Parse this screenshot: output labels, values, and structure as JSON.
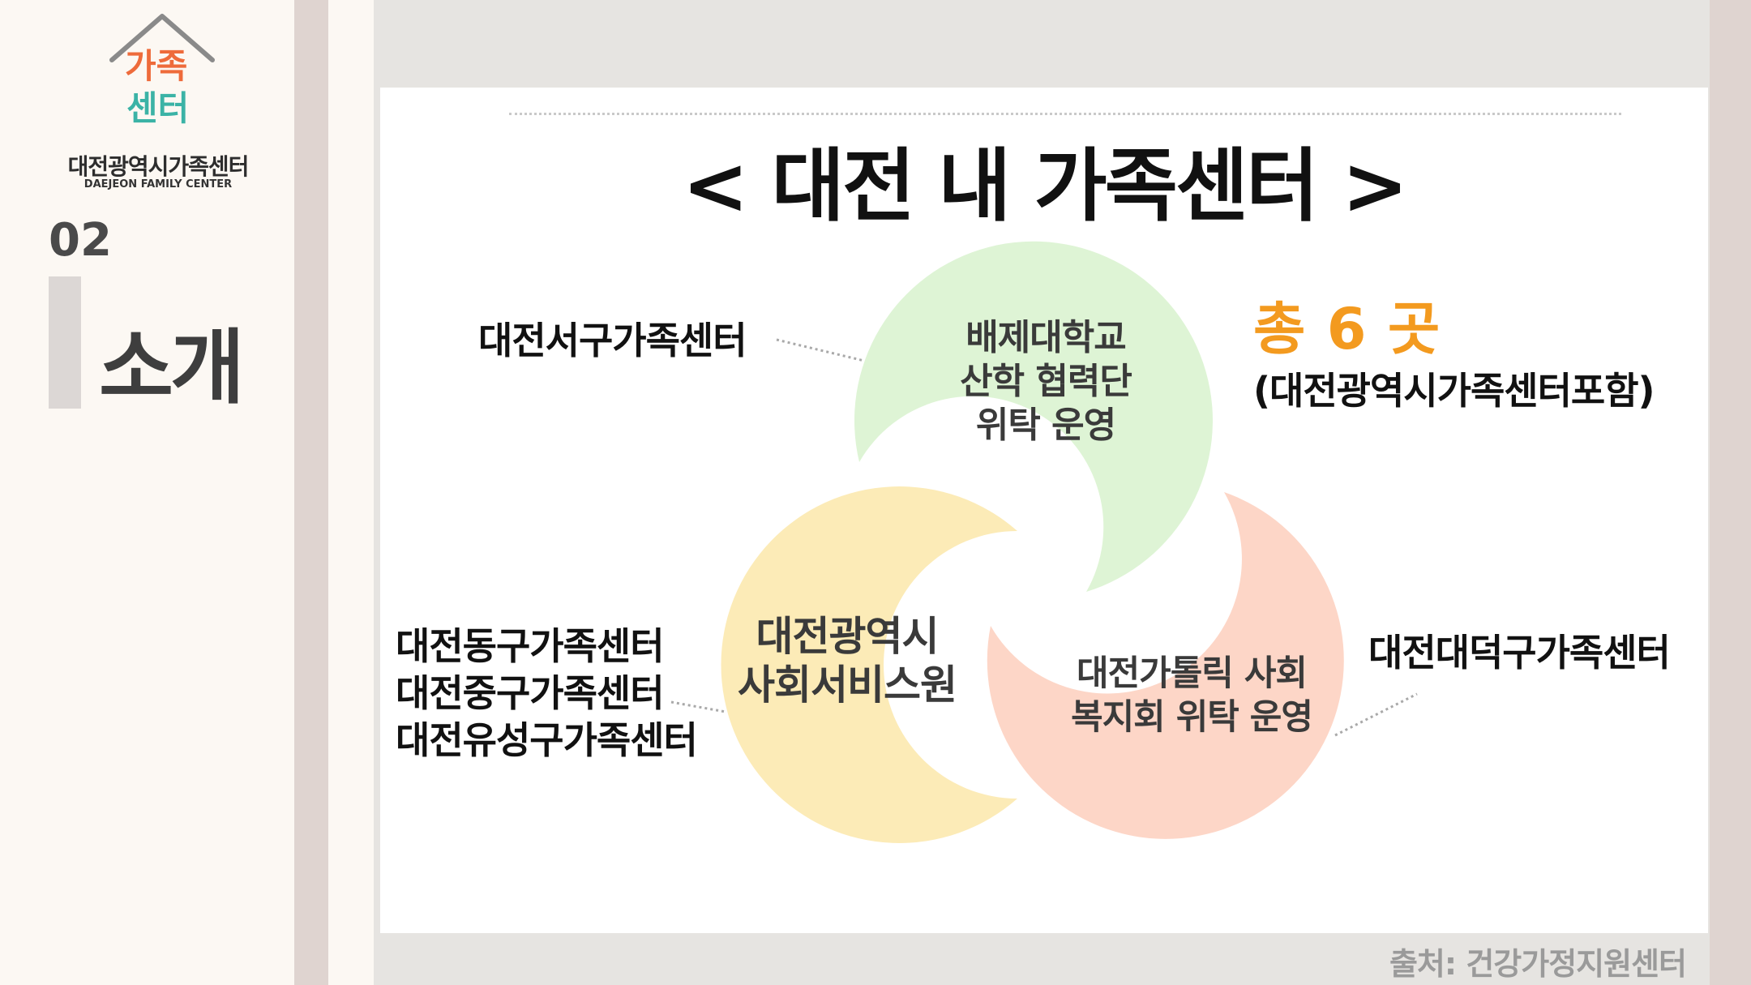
{
  "sidebar": {
    "logo_text_1": "가족",
    "logo_text_2": "센터",
    "org_name": "대전광역시가족센터",
    "org_name_en": "DAEJEON FAMILY CENTER",
    "section_number": "02",
    "section_title": "소개"
  },
  "slide": {
    "title": "< 대전 내 가족센터 >",
    "total_label": "총 6 곳",
    "total_note": "(대전광역시가족센터포함)",
    "labels": {
      "west": "대전서구가족센터",
      "east_lines": [
        "대전동구가족센터",
        "대전중구가족센터",
        "대전유성구가족센터"
      ],
      "daedeok": "대전대덕구가족센터"
    },
    "circles": {
      "green": [
        "배제대학교",
        "산학 협력단",
        "위탁 운영"
      ],
      "yellow": [
        "대전광역시",
        "사회서비스원"
      ],
      "pink": [
        "대전가톨릭 사회",
        "복지회 위탁 운영"
      ]
    },
    "source": "출처: 건강가정지원센터"
  },
  "colors": {
    "green_fill": "#def4d5",
    "yellow_fill": "#fcebb7",
    "pink_fill": "#fdd6c7",
    "accent_orange": "#f39a1f",
    "panel_gray": "#e6e4e1",
    "accent_bar": "#dfd4d0"
  }
}
